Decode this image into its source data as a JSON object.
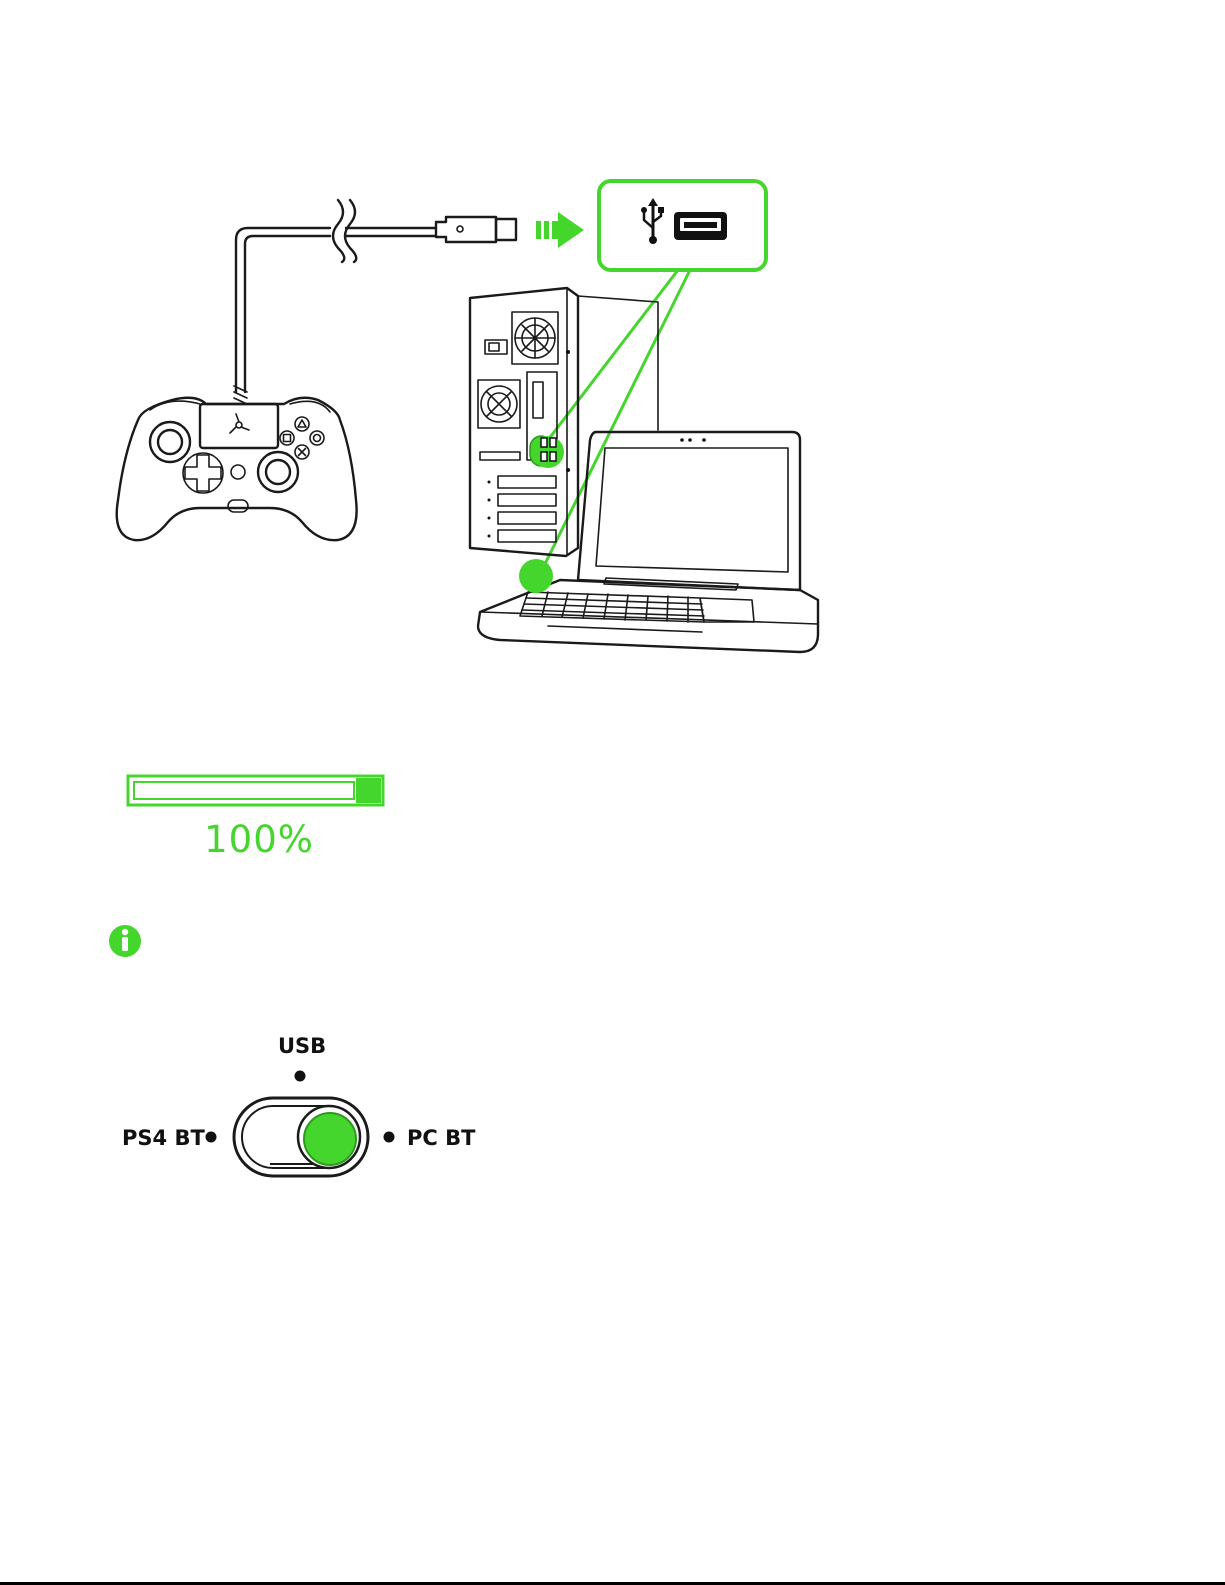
{
  "colors": {
    "accent": "#44d62c",
    "ink": "#1a1a1a",
    "background": "#ffffff"
  },
  "connection_illustration": {
    "icons": [
      "game-controller-icon",
      "usb-cable-icon",
      "arrow-right-icon",
      "usb-symbol-icon",
      "usb-port-icon",
      "desktop-tower-icon",
      "laptop-icon"
    ]
  },
  "battery": {
    "level_percent": 100,
    "label": "100%"
  },
  "info": {
    "icon": "info-icon"
  },
  "mode_switch": {
    "positions": [
      {
        "key": "usb",
        "label": "USB"
      },
      {
        "key": "ps4_bt",
        "label": "PS4 BT"
      },
      {
        "key": "pc_bt",
        "label": "PC BT"
      }
    ],
    "selected": "pc_bt"
  }
}
